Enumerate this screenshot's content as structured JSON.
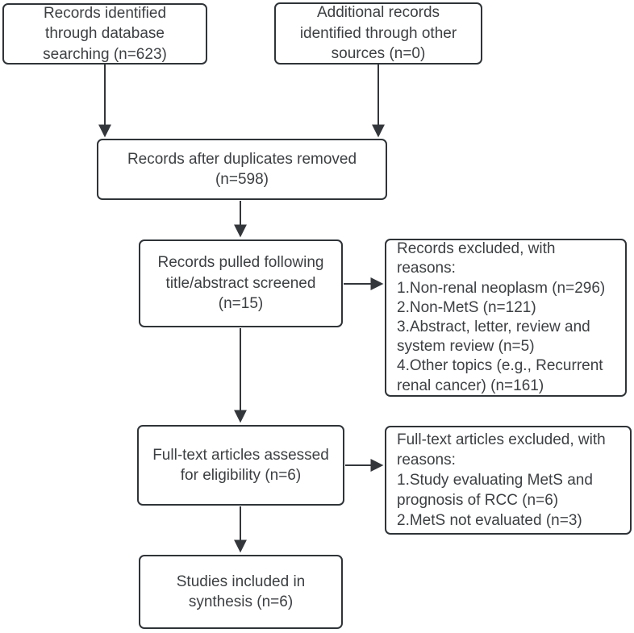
{
  "figure": {
    "type": "prisma-flow-diagram",
    "colors": {
      "background": "#ffffff",
      "box_border": "#2f3438",
      "text": "#3d4043",
      "arrow": "#33373b"
    },
    "boxes": {
      "identified_database": {
        "text": "Records identified\nthrough database\nsearching (n=623)",
        "count": 623
      },
      "identified_other": {
        "text": "Additional records\nidentified through other\nsources (n=0)",
        "count": 0
      },
      "after_duplicates": {
        "text": "Records after duplicates removed\n(n=598)",
        "count": 598
      },
      "screened": {
        "text": "Records pulled following\ntitle/abstract screened\n(n=15)",
        "count": 15
      },
      "records_excluded": {
        "text": "Records excluded, with\nreasons:\n1.Non-renal neoplasm (n=296)\n2.Non-MetS (n=121)\n3.Abstract, letter, review and\nsystem review (n=5)\n4.Other topics (e.g., Recurrent\nrenal cancer) (n=161)",
        "counts": [
          296,
          121,
          5,
          161
        ]
      },
      "fulltext_assessed": {
        "text": "Full-text articles assessed\nfor eligibility (n=6)",
        "count": 6
      },
      "fulltext_excluded": {
        "text": "Full-text articles excluded, with\nreasons:\n1.Study evaluating MetS and\nprognosis of RCC (n=6)\n2.MetS not evaluated (n=3)",
        "counts": [
          6,
          3
        ]
      },
      "included": {
        "text": "Studies included in\nsynthesis (n=6)",
        "count": 6
      }
    }
  }
}
